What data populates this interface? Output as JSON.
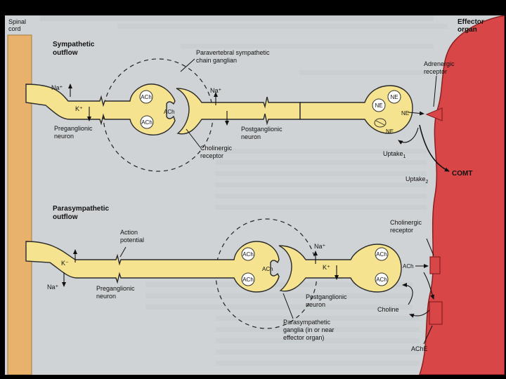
{
  "colors": {
    "background": "#000000",
    "page": "#cfd3d6",
    "spinal_cord": "#e8b26c",
    "neuron": "#f6e38f",
    "neuron_outline": "#2a2a2a",
    "effector": "#d94648",
    "effector_dark": "#b83234"
  },
  "labels": {
    "spinal_cord": [
      "Spinal",
      "cord"
    ],
    "effector_organ": [
      "Effector",
      "organ"
    ],
    "sympathetic_outflow": [
      "Sympathetic",
      "outflow"
    ],
    "paravertebral": [
      "Paravertebral sympathetic",
      "chain ganglian"
    ],
    "adrenergic_receptor": [
      "Adrenergic",
      "receptor"
    ],
    "preganglionic_neuron_1": [
      "Preganglionic",
      "neuron"
    ],
    "postganglionic_neuron_1": [
      "Postganglionic",
      "neuron"
    ],
    "cholinergic_receptor_1": [
      "Cholinergic",
      "receptor"
    ],
    "uptake1": "Uptake",
    "uptake1_sub": "1",
    "uptake2": "Uptake",
    "uptake2_sub": "2",
    "comt": "COMT",
    "parasympathetic_outflow": [
      "Parasympathetic",
      "outflow"
    ],
    "action_potential": [
      "Action",
      "potential"
    ],
    "cholinergic_receptor_2": [
      "Cholinergic",
      "receptor"
    ],
    "preganglionic_neuron_2": [
      "Preganglionic",
      "neuron"
    ],
    "postganglionic_neuron_2": [
      "Postganglionic",
      "neuron"
    ],
    "parasympathetic_ganglia": [
      "Parasympathetic",
      "ganglia (in or near",
      "effector organ)"
    ],
    "choline": "Choline",
    "ache": "AChE"
  },
  "ions": {
    "na": "Na⁺",
    "k": "K⁺",
    "k_minus": "K⁻"
  },
  "neurotransmitters": {
    "ach": "ACh",
    "ne": "NE"
  }
}
